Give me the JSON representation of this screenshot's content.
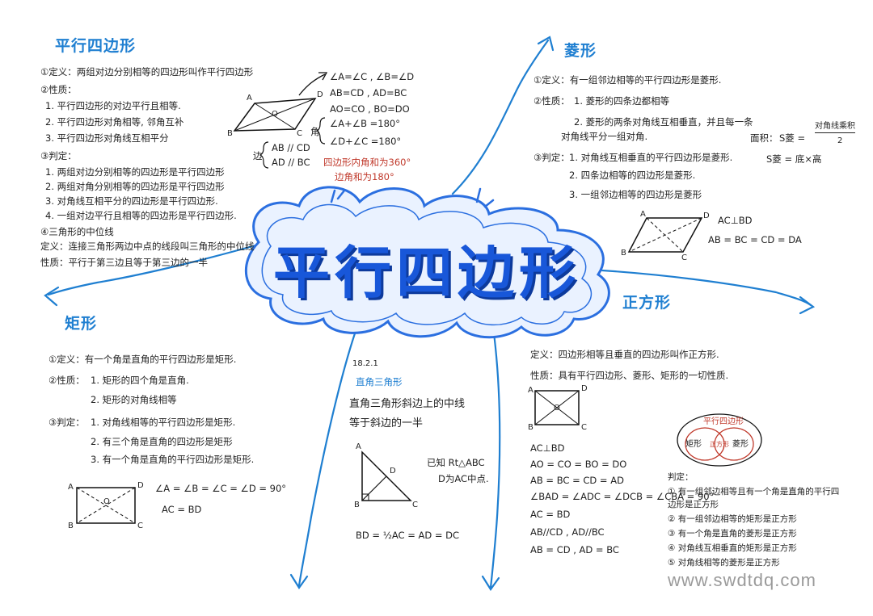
{
  "central_title": "平行四边形",
  "watermark": "www.swdtdq.com",
  "parallelogram": {
    "heading": "平行四边形",
    "definition": "①定义：两组对边分别相等的四边形叫作平行四边形",
    "property_heading": "②性质：",
    "properties": [
      "1. 平行四边形的对边平行且相等.",
      "2. 平行四边形对角相等, 邻角互补",
      "3. 平行四边形对角线互相平分"
    ],
    "judgment_heading": "③判定：",
    "judgments": [
      "1. 两组对边分别相等的四边形是平行四边形",
      "2. 两组对角分别相等的四边形是平行四边形",
      "3. 对角线互相平分的四边形是平行四边形.",
      "4. 一组对边平行且相等的四边形是平行四边形."
    ],
    "midline_heading": "④三角形的中位线",
    "midline_def": "定义：连接三角形两边中点的线段叫三角形的中位线",
    "midline_prop": "性质：平行于第三边且等于第三边的一半",
    "figure_labels": [
      "A",
      "B",
      "C",
      "D",
      "O"
    ],
    "facts": [
      "∠A=∠C , ∠B=∠D",
      "AB=CD , AD=BC",
      "AO=CO , BO=DO"
    ],
    "angle_label": "角",
    "angle_facts": [
      "∠A+∠B =180°",
      "∠D+∠C =180°"
    ],
    "side_label": "边",
    "side_facts": [
      "AB // CD",
      "AD // BC"
    ],
    "sum_notes": [
      "四边形内角和为360°",
      "边角和为180°"
    ]
  },
  "rhombus": {
    "heading": "菱形",
    "definition": "①定义：有一组邻边相等的平行四边形是菱形.",
    "property_heading": "②性质：",
    "properties": [
      "1. 菱形的四条边都相等",
      "2. 菱形的两条对角线互相垂直，并且每一条",
      "对角线平分一组对角."
    ],
    "area_label": "面积：",
    "area_formula_left": "S菱 =",
    "area_formula_num": "对角线乘积",
    "area_formula_den": "2",
    "area_formula2": "S菱 = 底×高",
    "judgment_heading": "③判定：",
    "judgments": [
      "1. 对角线互相垂直的平行四边形是菱形.",
      "2. 四条边相等的四边形是菱形.",
      "3. 一组邻边相等的四边形是菱形"
    ],
    "figure_labels": [
      "A",
      "B",
      "C",
      "D"
    ],
    "facts": [
      "AC⊥BD",
      "AB = BC = CD = DA"
    ]
  },
  "rectangle": {
    "heading": "矩形",
    "definition": "①定义：有一个角是直角的平行四边形是矩形.",
    "property_heading": "②性质：",
    "properties": [
      "1. 矩形的四个角是直角.",
      "2. 矩形的对角线相等"
    ],
    "judgment_heading": "③判定：",
    "judgments": [
      "1. 对角线相等的平行四边形是矩形.",
      "2. 有三个角是直角的四边形是矩形",
      "3. 有一个角是直角的平行四边形是矩形."
    ],
    "figure_labels": [
      "A",
      "B",
      "C",
      "D",
      "O"
    ],
    "facts": [
      "∠A = ∠B = ∠C = ∠D = 90°",
      "AC = BD"
    ]
  },
  "right_triangle": {
    "section_no": "18.2.1",
    "heading": "直角三角形",
    "statement_lines": [
      "直角三角形斜边上的中线",
      "等于斜边的一半"
    ],
    "given": [
      "已知 Rt△ABC",
      "D为AC中点."
    ],
    "figure_labels": [
      "A",
      "B",
      "C",
      "D"
    ],
    "conclusion": "BD = ½AC = AD = DC"
  },
  "square": {
    "heading": "正方形",
    "definition": "定义：四边形相等且垂直的四边形叫作正方形.",
    "property": "性质：具有平行四边形、菱形、矩形的一切性质.",
    "figure_labels": [
      "A",
      "B",
      "C",
      "D",
      "O"
    ],
    "facts": [
      "AC⊥BD",
      "AO = CO = BO = DO",
      "AB = BC = CD = AD",
      "∠BAD = ∠ADC = ∠DCB = ∠CBA = 90°",
      "AC = BD",
      "AB//CD , AD//BC",
      "AB = CD , AD = BC"
    ],
    "venn_outer": "平行四边形",
    "venn_left": "矩形",
    "venn_middle": "正方形",
    "venn_right": "菱形",
    "judgment_heading": "判定：",
    "judgments": [
      "① 有一组邻边相等且有一个角是直角的平行四",
      "边形是正方形",
      "② 有一组邻边相等的矩形是正方形",
      "③ 有一个角是直角的菱形是正方形",
      "④ 对角线互相垂直的矩形是正方形",
      "⑤ 对角线相等的菱形是正方形"
    ]
  },
  "colors": {
    "accent": "#1f7fd1",
    "title": "#1857d9",
    "cloud": "#2b6fe0",
    "note": "#c0392b"
  }
}
